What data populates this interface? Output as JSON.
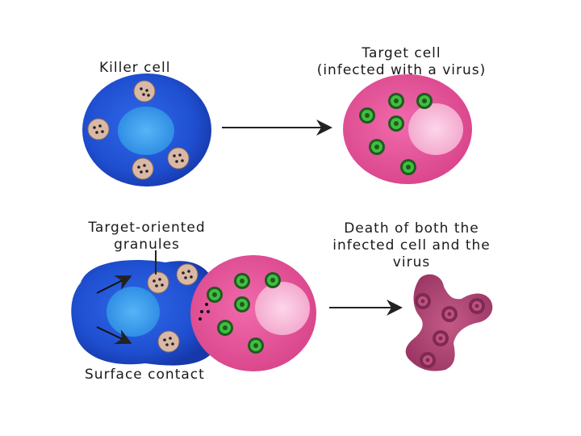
{
  "labels": {
    "killer_cell": "Killer cell",
    "target_cell_line1": "Target cell",
    "target_cell_line2": "(infected with a virus)",
    "granules_line1": "Target-oriented",
    "granules_line2": "granules",
    "death_line1": "Death of both the",
    "death_line2": "infected cell and the",
    "death_line3": "virus",
    "surface_contact": "Surface contact"
  },
  "colors": {
    "killer_cell": "#1f4fd1",
    "killer_nucleus": "#3aa0f0",
    "target_cell": "#e8549a",
    "target_nucleus": "#f6b8d8",
    "virus": "#3fbf3f",
    "granule": "#d9b8a6",
    "dead_cell": "#b04070",
    "arrow": "#222222"
  }
}
